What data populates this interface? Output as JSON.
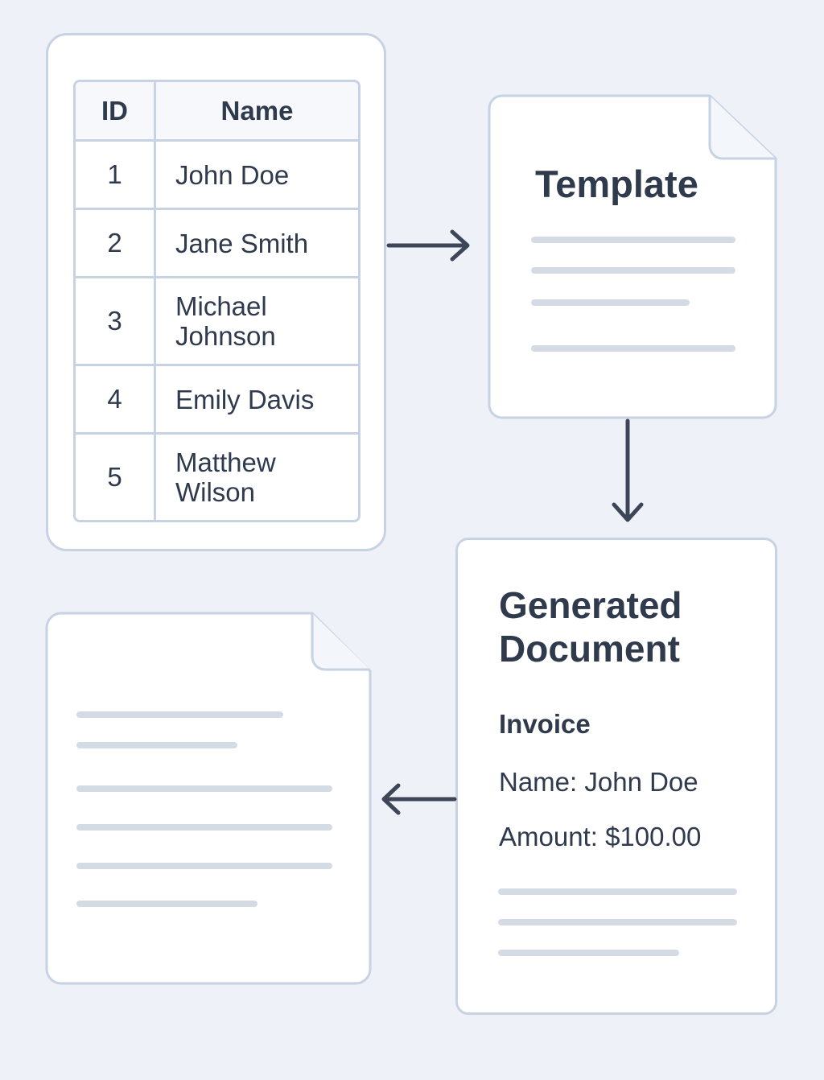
{
  "table": {
    "headers": [
      "ID",
      "Name"
    ],
    "rows": [
      {
        "id": "1",
        "name": "John Doe"
      },
      {
        "id": "2",
        "name": "Jane Smith"
      },
      {
        "id": "3",
        "name": "Michael Johnson"
      },
      {
        "id": "4",
        "name": "Emily Davis"
      },
      {
        "id": "5",
        "name": "Matthew Wilson"
      }
    ]
  },
  "template": {
    "title": "Template"
  },
  "generated": {
    "title": "Generated Document",
    "heading": "Invoice",
    "name_line": "Name: John Doe",
    "amount_line": "Amount: $100.00"
  },
  "colors": {
    "background": "#eef1f7",
    "card_border": "#c7d2e2",
    "text": "#2f3a4d",
    "placeholder_line": "#d5dbe5",
    "arrow": "#3d4659"
  }
}
